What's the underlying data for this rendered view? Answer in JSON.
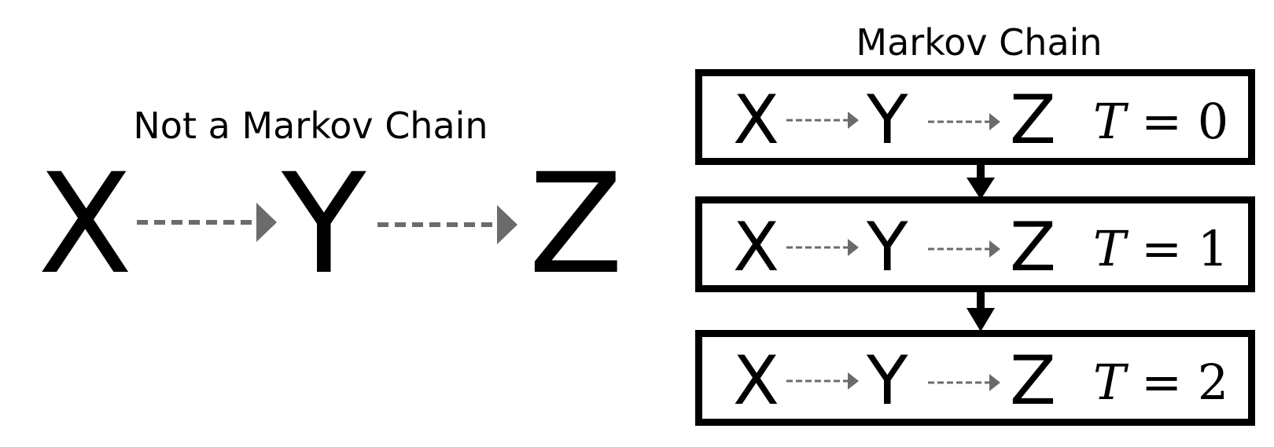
{
  "left_diagram": {
    "title": "Not a Markov Chain",
    "nodes": [
      "X",
      "Y",
      "Z"
    ]
  },
  "right_diagram": {
    "title": "Markov Chain",
    "steps": [
      {
        "nodes": [
          "X",
          "Y",
          "Z"
        ],
        "time_var": "T",
        "equals": "=",
        "time_value": "0"
      },
      {
        "nodes": [
          "X",
          "Y",
          "Z"
        ],
        "time_var": "T",
        "equals": "=",
        "time_value": "1"
      },
      {
        "nodes": [
          "X",
          "Y",
          "Z"
        ],
        "time_var": "T",
        "equals": "=",
        "time_value": "2"
      }
    ]
  },
  "colors": {
    "text": "#000000",
    "dashed_arrow": "#6b6b6b",
    "frame": "#000000",
    "background": "#ffffff"
  }
}
